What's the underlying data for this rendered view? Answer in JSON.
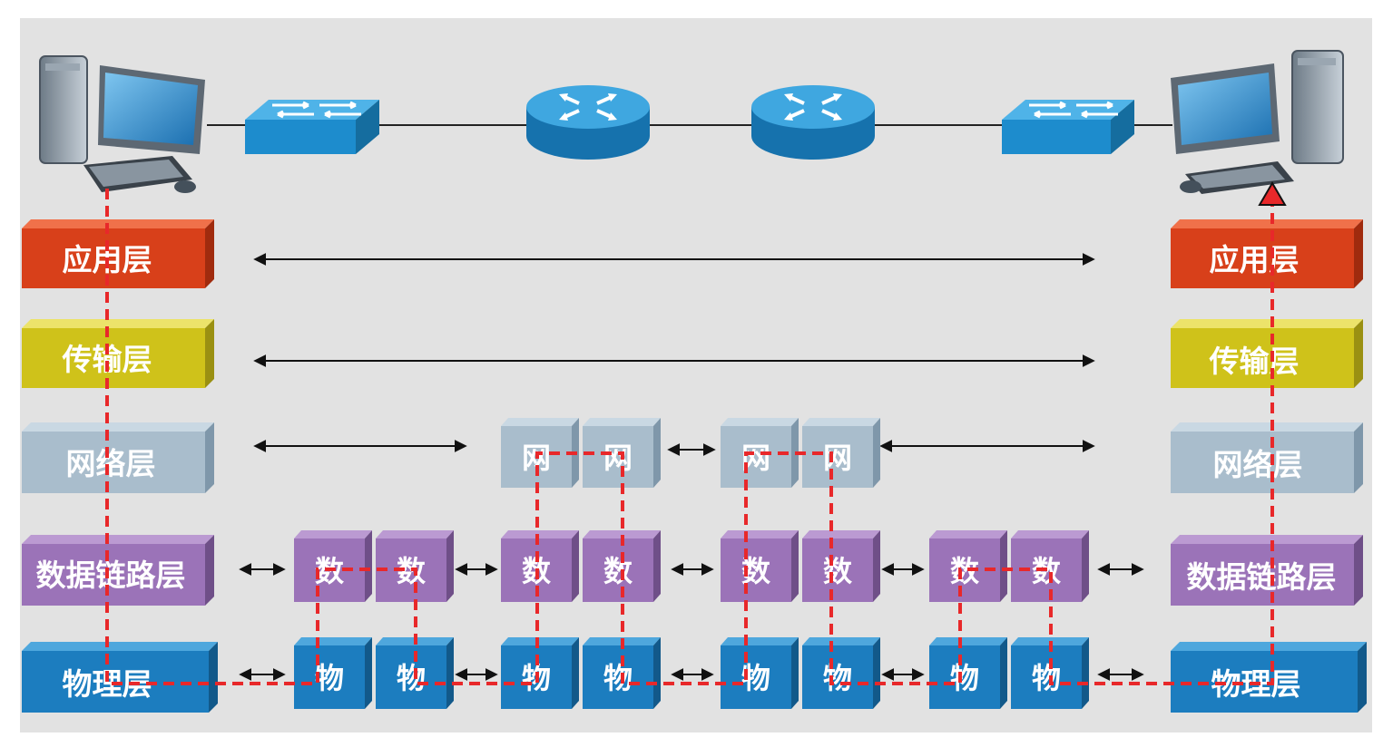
{
  "layers": {
    "application": "应用层",
    "transport": "传输层",
    "network": "网络层",
    "datalink": "数据链路层",
    "physical": "物理层"
  },
  "blocks": {
    "network_char": "网",
    "datalink_char": "数",
    "physical_char": "物"
  },
  "devices": [
    {
      "name": "source-computer",
      "icon": "computer-icon"
    },
    {
      "name": "switch-left",
      "icon": "switch-icon"
    },
    {
      "name": "router-1",
      "icon": "router-icon"
    },
    {
      "name": "router-2",
      "icon": "router-icon"
    },
    {
      "name": "switch-right",
      "icon": "switch-icon"
    },
    {
      "name": "destination-computer",
      "icon": "computer-icon"
    }
  ],
  "colors": {
    "application": "#d8401a",
    "transport": "#cfc21a",
    "network": "#a9bdcc",
    "datalink": "#9b73b8",
    "physical": "#1c7dbf",
    "path": "#e8282a",
    "device": "#2b9bd6"
  }
}
